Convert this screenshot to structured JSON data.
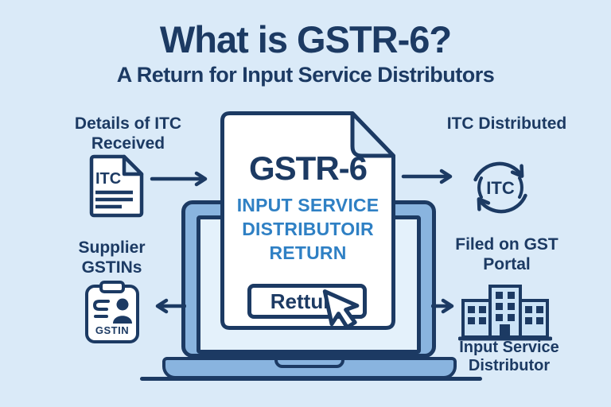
{
  "title": "What is GSTR-6?",
  "subtitle": "A Return for Input Service Distributors",
  "colors": {
    "background": "#DAEAF8",
    "navy": "#1C3A63",
    "accent_blue": "#2F80C4",
    "laptop_blue": "#89B4DF",
    "screen_blue": "#E4F1FB",
    "icon_fill": "#CBE3F6",
    "white": "#FFFFFF"
  },
  "nodes": {
    "itc_received": {
      "label": "Details of ITC Received",
      "icon_text": "ITC"
    },
    "supplier_gstins": {
      "label": "Supplier GSTINs",
      "icon_text": "GSTIN"
    },
    "itc_distributed": {
      "label": "ITC Distributed",
      "icon_text": "ITC"
    },
    "filed_on_portal": {
      "label": "Filed on GST Portal",
      "caption": "Input Service Distributor"
    }
  },
  "doc": {
    "heading": "GSTR-6",
    "subheading_lines": [
      "INPUT SERVICE",
      "DISTRIBUTOIR",
      "RETURN"
    ],
    "button_label": "Retturn"
  }
}
